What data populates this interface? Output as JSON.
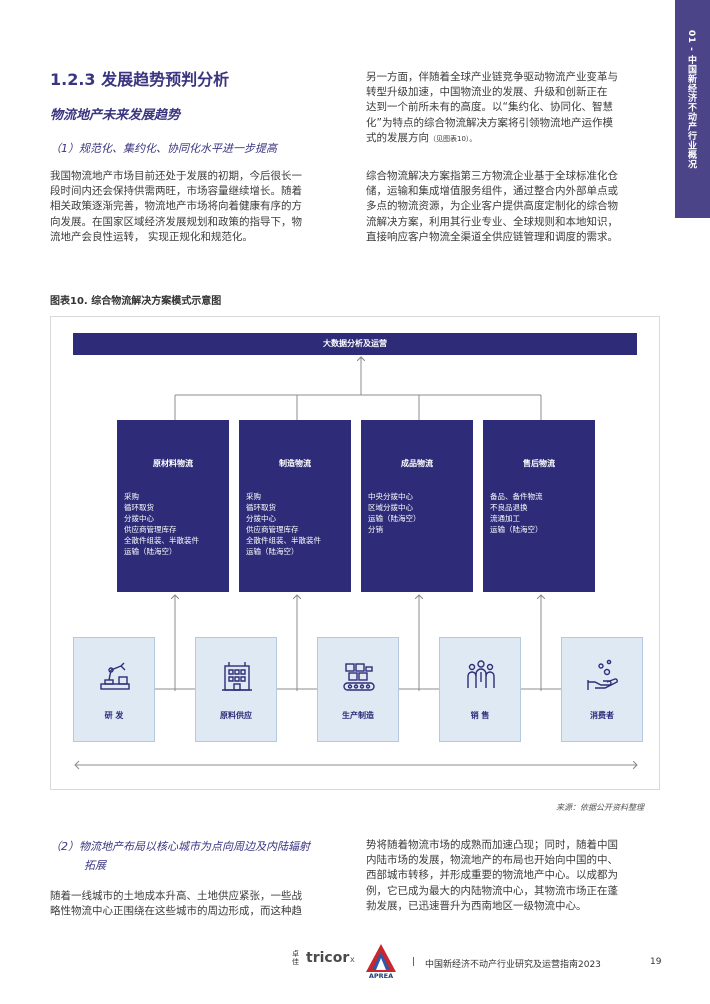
{
  "side_tab": "01 - 中国新经济不动产行业概况",
  "section": {
    "title": "1.2.3 发展趋势预判分析",
    "subtitle": "物流地产未来发展趋势"
  },
  "item1": {
    "title": "（1）规范化、集约化、协同化水平进一步提高",
    "left_lines": [
      "我国物流地产市场目前还处于发展的初期，今后很长一",
      "段时间内还会保持供需两旺，市场容量继续增长。随着",
      "相关政策逐渐完善，物流地产市场将向着健康有序的方",
      "向发展。在国家区域经济发展规划和政策的指导下，物",
      "流地产会良性运转， 实现正规化和规范化。"
    ],
    "right_lines": [
      "另一方面，伴随着全球产业链竞争驱动物流产业变革与",
      "转型升级加速，中国物流业的发展、升级和创新正在",
      "达到一个前所未有的高度。以“集约化、协同化、智慧",
      "化”为特点的综合物流解决方案将引领物流地产运作模",
      "式的发展方向"
    ],
    "right_ref": "（见图表10）。",
    "right_lines2": [
      "综合物流解决方案指第三方物流企业基于全球标准化仓",
      "储，运输和集成增值服务组件，通过整合内外部单点或",
      "多点的物流资源，为企业客户提供高度定制化的综合物",
      "流解决方案，利用其行业专业、全球规则和本地知识，",
      "直接响应客户物流全渠道全供应链管理和调度的需求。"
    ]
  },
  "figure": {
    "title": "图表10. 综合物流解决方案模式示意图",
    "top_bar": "大数据分析及运营",
    "boxes": [
      {
        "title": "原材料物流",
        "items": [
          "采购",
          "循环取货",
          "分拨中心",
          "供应商管理库存",
          "全散件组装、半散装件",
          "运输（陆海空）"
        ]
      },
      {
        "title": "制造物流",
        "items": [
          "采购",
          "循环取货",
          "分拨中心",
          "供应商管理库存",
          "全散件组装、半散装件",
          "运输（陆海空）"
        ]
      },
      {
        "title": "成品物流",
        "items": [
          "中央分拨中心",
          "区域分拨中心",
          "运输（陆海空）",
          "分销"
        ]
      },
      {
        "title": "售后物流",
        "items": [
          "备品、备件物流",
          "不良品退换",
          "流通加工",
          "运输（陆海空）"
        ]
      }
    ],
    "stages": [
      {
        "label": "研 发",
        "icon": "robot-arm-icon"
      },
      {
        "label": "原料供应",
        "icon": "factory-building-icon"
      },
      {
        "label": "生产制造",
        "icon": "conveyor-boxes-icon"
      },
      {
        "label": "销 售",
        "icon": "people-sales-icon"
      },
      {
        "label": "消费者",
        "icon": "hand-money-icon"
      }
    ],
    "source": "来源：依据公开资料整理"
  },
  "item2": {
    "title_line1": "（2）物流地产布局以核心城市为点向周边及内陆辐射",
    "title_line2": "拓展",
    "left_lines": [
      "随着一线城市的土地成本升高、土地供应紧张，一些战",
      "略性物流中心正围绕在这些城市的周边形成，而这种趋"
    ],
    "right_lines": [
      "势将随着物流市场的成熟而加速凸现；同时，随着中国",
      "内陆市场的发展，物流地产的布局也开始向中国的中、",
      "西部城市转移，并形成重要的物流地产中心。以成都为",
      "例，它已成为最大的内陆物流中心，其物流市场正在蓬",
      "勃发展，已迅速晋升为西南地区一级物流中心。"
    ]
  },
  "footer": {
    "logo_cn": "卓佳",
    "logo_tricor": "tricor",
    "x": "x",
    "aprea": "APREA",
    "separator": "|",
    "publication": "中国新经济不动产行业研究及运营指南2023",
    "page": "19"
  },
  "colors": {
    "brand": "#2e2c78",
    "tab": "#4b4489",
    "icon_bg": "#dfe9f4"
  }
}
